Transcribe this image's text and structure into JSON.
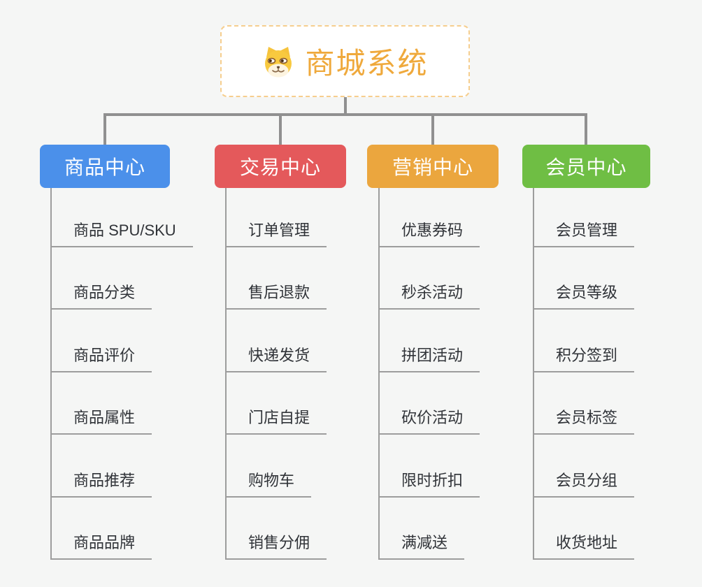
{
  "root": {
    "label": "商城系统",
    "icon": "doge-icon",
    "text_color": "#EFA93C",
    "border_color": "#F6CE8E"
  },
  "branches": [
    {
      "label": "商品中心",
      "color": "#4B90EA",
      "children": [
        "商品 SPU/SKU",
        "商品分类",
        "商品评价",
        "商品属性",
        "商品推荐",
        "商品品牌"
      ]
    },
    {
      "label": "交易中心",
      "color": "#E4595B",
      "children": [
        "订单管理",
        "售后退款",
        "快递发货",
        "门店自提",
        "购物车",
        "销售分佣"
      ]
    },
    {
      "label": "营销中心",
      "color": "#EBA63E",
      "children": [
        "优惠券码",
        "秒杀活动",
        "拼团活动",
        "砍价活动",
        "限时折扣",
        "满减送"
      ]
    },
    {
      "label": "会员中心",
      "color": "#6FBE44",
      "children": [
        "会员管理",
        "会员等级",
        "积分签到",
        "会员标签",
        "会员分组",
        "收货地址"
      ]
    }
  ],
  "colors": {
    "background": "#F5F6F5",
    "connector_line": "#909090",
    "child_line": "#9D9D9D",
    "child_text": "#303338"
  }
}
